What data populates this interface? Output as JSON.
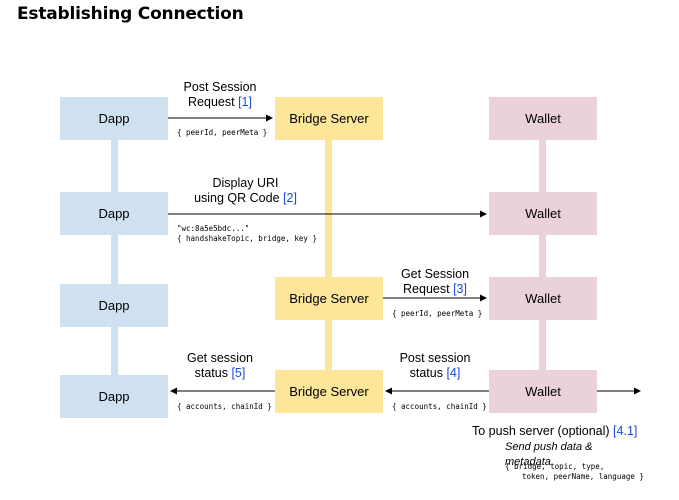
{
  "title": "Establishing Connection",
  "nodes": {
    "dapp": "Dapp",
    "bridge": "Bridge Server",
    "wallet": "Wallet"
  },
  "step1": {
    "label_a": "Post Session",
    "label_b": "Request ",
    "num": "[1]",
    "payload": "{ peerId, peerMeta }"
  },
  "step2": {
    "label_a": "Display URI",
    "label_b": "using QR Code ",
    "num": "[2]",
    "payload_a": "\"wc:8a5e5bdc...\"",
    "payload_b": "{ handshakeTopic, bridge, key }"
  },
  "step3": {
    "label_a": "Get Session",
    "label_b": "Request ",
    "num": "[3]",
    "payload": "{ peerId, peerMeta }"
  },
  "step4": {
    "label_a": "Post session",
    "label_b": "status ",
    "num": "[4]",
    "payload": "{ accounts, chainId }"
  },
  "step5": {
    "label_a": "Get session",
    "label_b": "status ",
    "num": "[5]",
    "payload": "{ accounts, chainId }"
  },
  "push": {
    "label": "To push server (optional) ",
    "num": "[4.1]",
    "sub": "Send push data & metadata",
    "payload_a": "{ bridge, topic, type,",
    "payload_b": "token, peerName, language }"
  },
  "colors": {
    "dapp": "#cfe0f1",
    "bridge": "#fde59a",
    "wallet": "#ead1dc",
    "step_number": "#1a4bd8"
  }
}
